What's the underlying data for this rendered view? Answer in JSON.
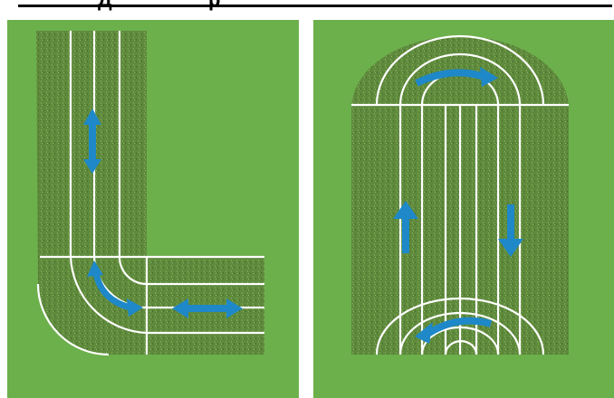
{
  "header": {
    "fragment_left": "Д",
    "fragment_mid": "р"
  },
  "colors": {
    "background_green": "#6cb04c",
    "turf_green": "#5f8a3c",
    "turf_dark": "#4b7030",
    "line_white": "#ffffff",
    "arrow_blue": "#1e88c8"
  },
  "panels": [
    {
      "name": "l-shaped-field",
      "arrows": [
        "vertical-double-arrow",
        "curved-corner-double-arrow",
        "horizontal-double-arrow"
      ]
    },
    {
      "name": "oval-track-field",
      "arrows": [
        "top-curved-arrow",
        "up-arrow",
        "down-arrow",
        "bottom-curved-arrow"
      ]
    }
  ]
}
